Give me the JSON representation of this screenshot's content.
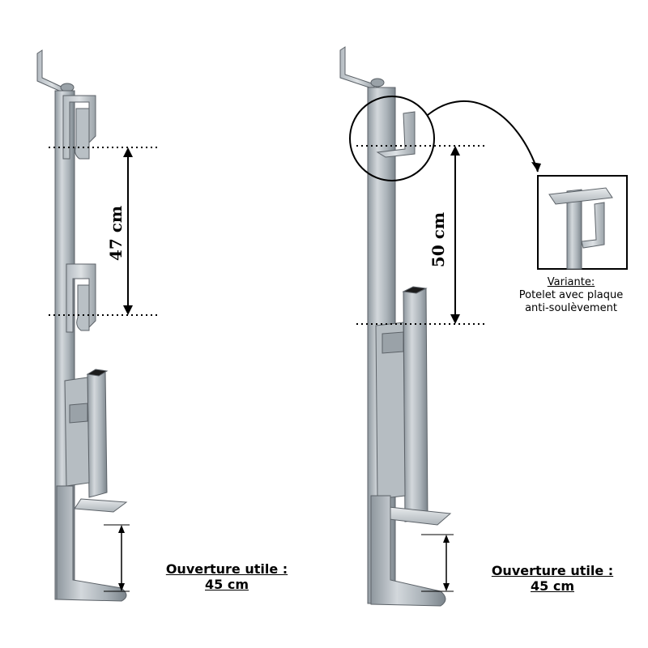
{
  "left_post": {
    "dimension_label": "47 cm",
    "caption_title": "Ouverture utile :",
    "caption_value": "45 cm"
  },
  "right_post": {
    "dimension_label": "50 cm",
    "caption_title": "Ouverture utile :",
    "caption_value": "45 cm"
  },
  "variant": {
    "title": "Variante:",
    "line1": "Potelet avec plaque",
    "line2": "anti-soulèvement"
  },
  "colors": {
    "steel_light": "#c9cfd4",
    "steel_mid": "#a9b1b8",
    "steel_dark": "#7d868e",
    "outline": "#555b60"
  }
}
